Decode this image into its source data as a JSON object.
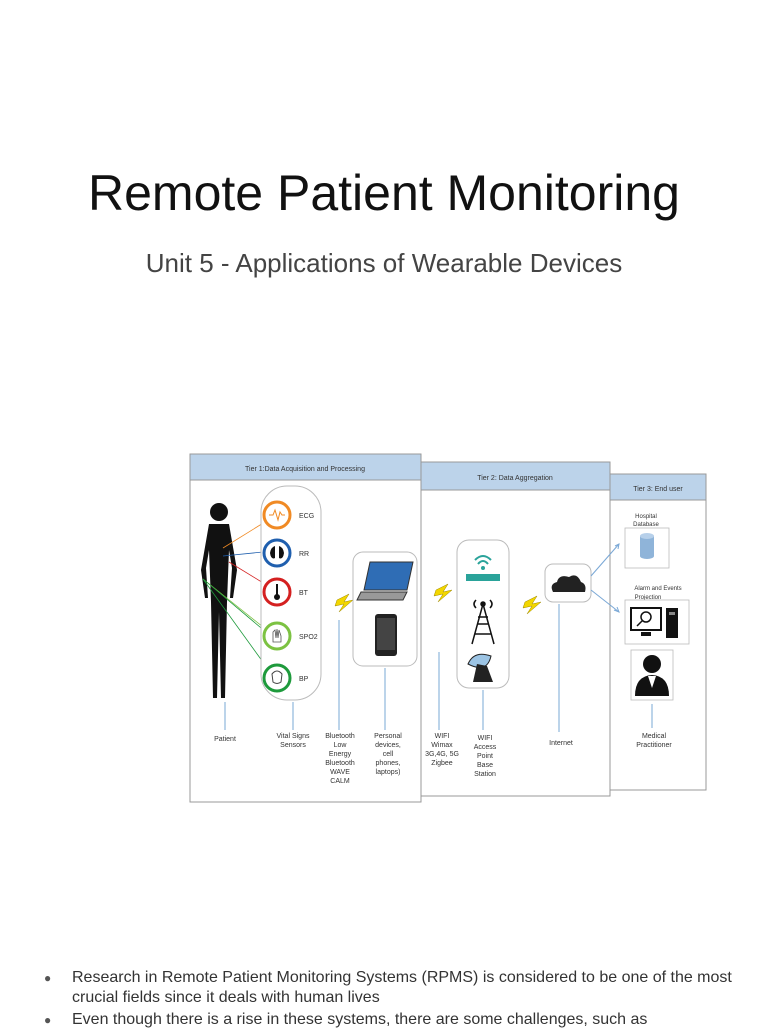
{
  "slide": {
    "title": "Remote Patient Monitoring",
    "subtitle": "Unit 5 - Applications of Wearable Devices"
  },
  "diagram": {
    "tier1_title": "Tier 1:Data Acquisition and Processing",
    "tier2_title": "Tier 2: Data Aggregation",
    "tier3_title": "Tier 3: End user",
    "sensors": [
      "ECG",
      "RR",
      "BT",
      "SPO2",
      "BP"
    ],
    "labels": {
      "patient": "Patient",
      "vital_1": "Vital Signs",
      "vital_2": "Sensors",
      "bt_1": "Bluetooth",
      "bt_2": "Low",
      "bt_3": "Energy",
      "bt_4": "Bluetooth",
      "bt_5": "WAVE",
      "bt_6": "CALM",
      "pd_1": "Personal",
      "pd_2": "devices,",
      "pd_3": "cell",
      "pd_4": "phones,",
      "pd_5": "laptops)",
      "wifi_1": "WIFI",
      "wifi_2": "Wimax",
      "wifi_3": "3G,4G, 5G",
      "wifi_4": "Zigbee",
      "ap_1": "WIFI",
      "ap_2": "Access",
      "ap_3": "Point",
      "ap_4": "Base",
      "ap_5": "Station",
      "internet": "Internet",
      "hosp_1": "Hospital",
      "hosp_2": "Database",
      "alarm_1": "Alarm and Events",
      "alarm_2": "Projection",
      "med_1": "Medical",
      "med_2": "Practitioner"
    },
    "colors": {
      "header": "#bcd3ea",
      "ecg": "#f08a24",
      "rr": "#1f5fae",
      "bt": "#d42020",
      "spo2": "#7cc242",
      "bp": "#1e9a3c"
    }
  },
  "bullets": [
    "Research in Remote Patient Monitoring Systems (RPMS) is considered to be one of the most crucial fields since it deals with human lives",
    "Even though there is a rise in these systems, there are some challenges, such as"
  ]
}
